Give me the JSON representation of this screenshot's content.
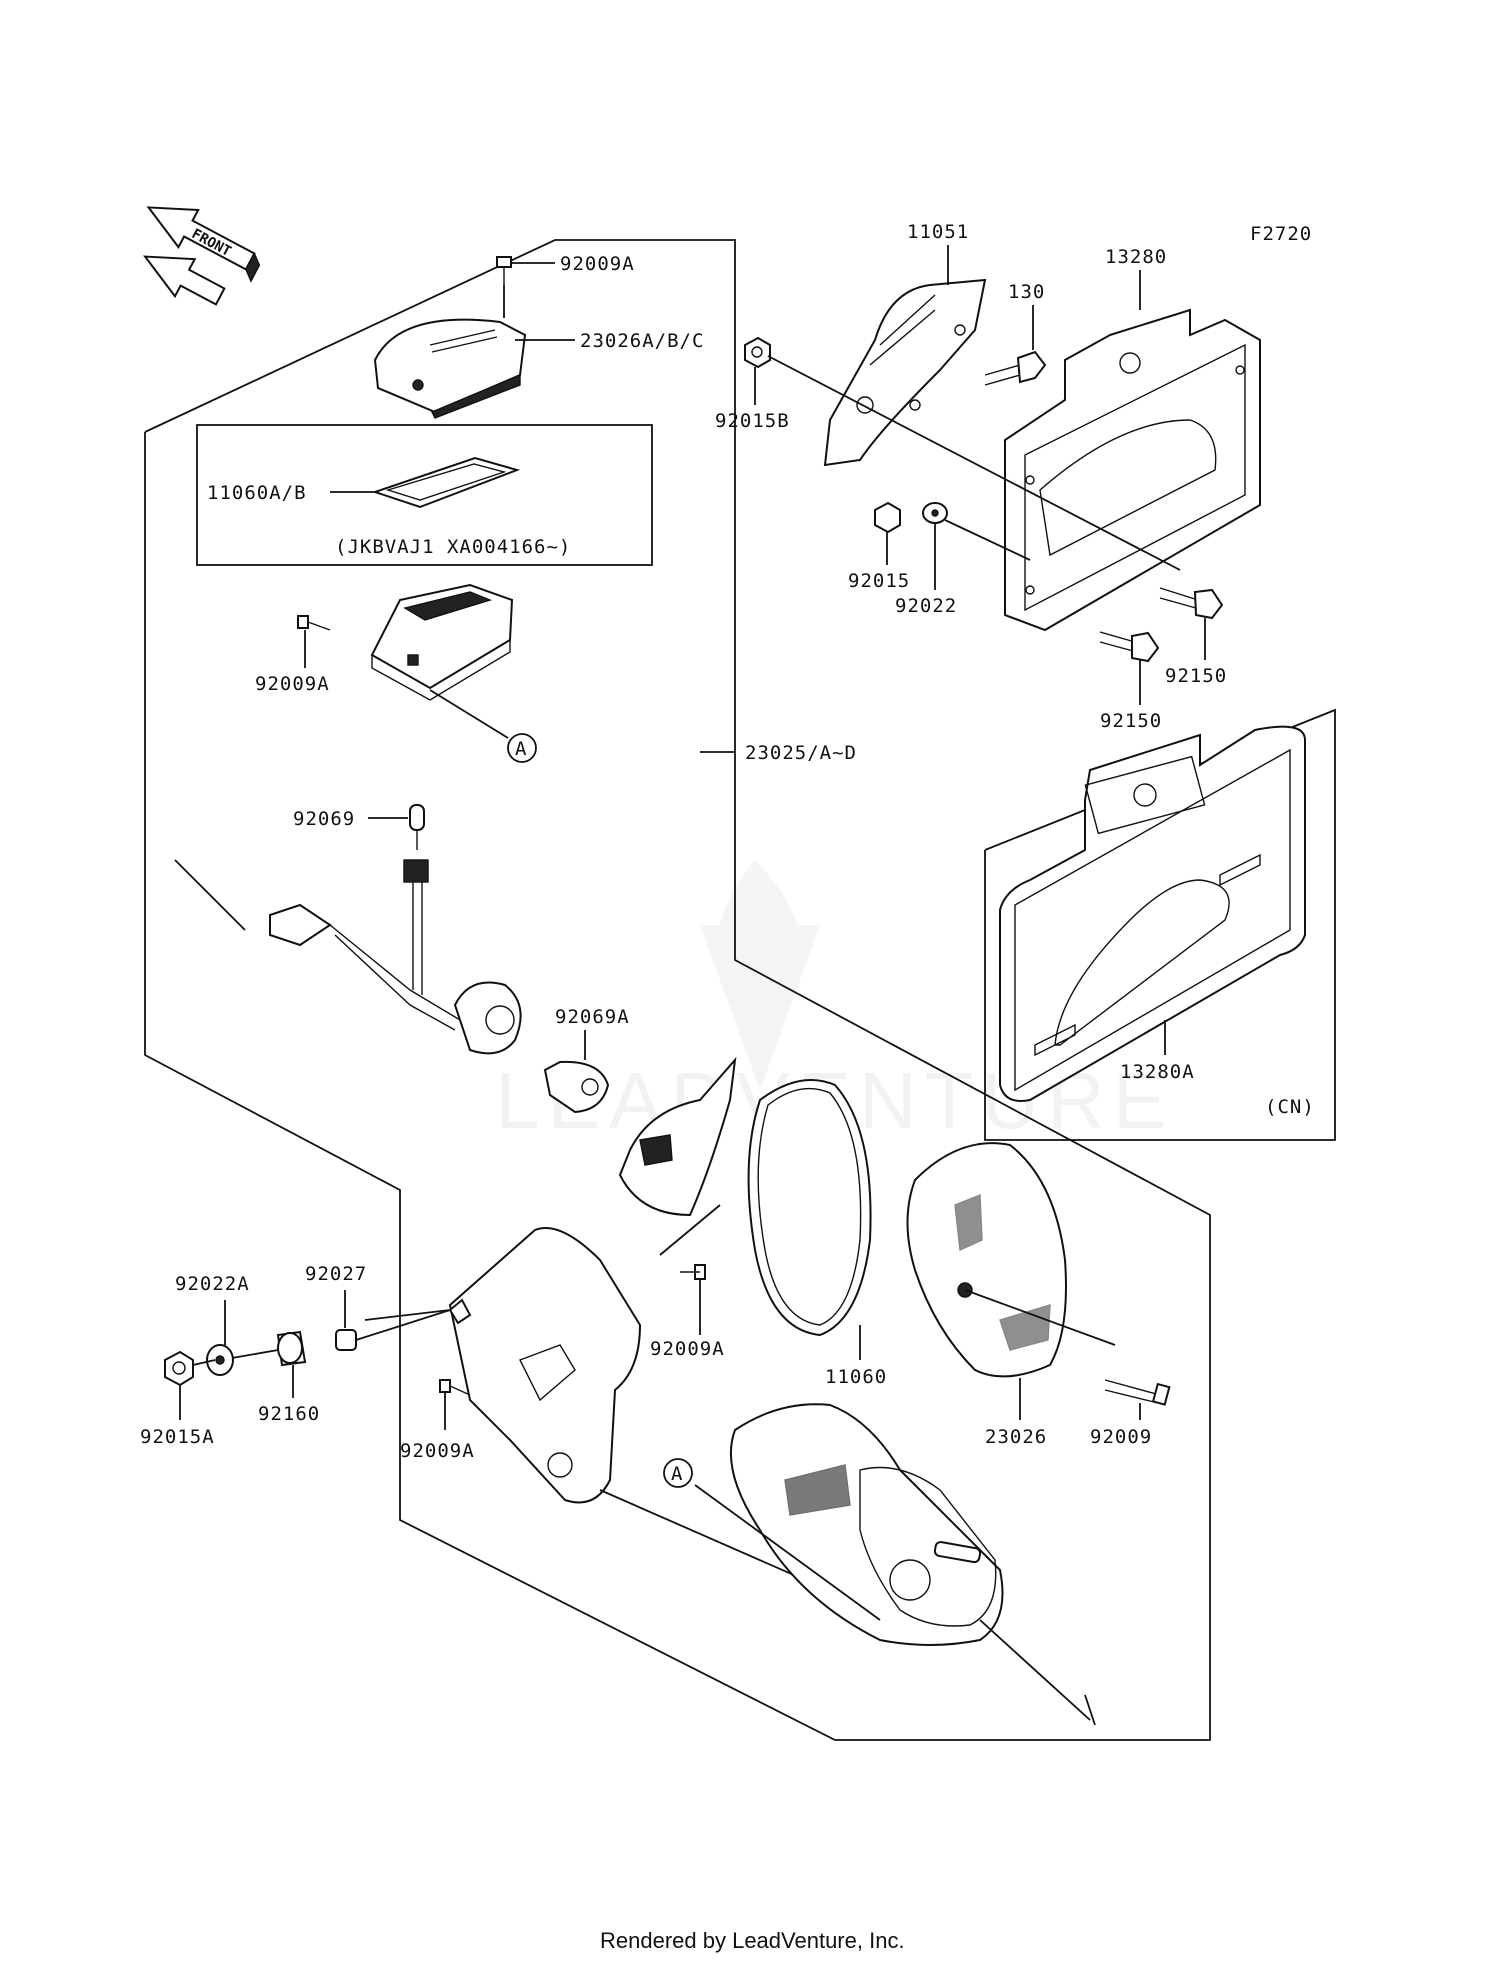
{
  "figure_code": "F2720",
  "front_label": "FRONT",
  "watermark": "LEADVENTURE",
  "footer": "Rendered by LeadVenture, Inc.",
  "labels": {
    "p92009A_top": "92009A",
    "p23026ABC": "23026A/B/C",
    "p11060AB": "11060A/B",
    "serial_note": "(JKBVAJ1 XA004166~)",
    "p92009A_left": "92009A",
    "ref_A_top": "A",
    "p92069": "92069",
    "p92069A": "92069A",
    "p11051": "11051",
    "p130": "130",
    "p13280": "13280",
    "p92015B": "92015B",
    "p92015": "92015",
    "p92022": "92022",
    "p92150_a": "92150",
    "p92150_b": "92150",
    "p23025": "23025/A~D",
    "p13280A": "13280A",
    "cn_note": "(CN)",
    "p92022A": "92022A",
    "p92027": "92027",
    "p92015A": "92015A",
    "p92160": "92160",
    "p92009A_mid": "92009A",
    "p92009A_low": "92009A",
    "p11060": "11060",
    "p23026": "23026",
    "p92009": "92009",
    "ref_A_bottom": "A"
  }
}
